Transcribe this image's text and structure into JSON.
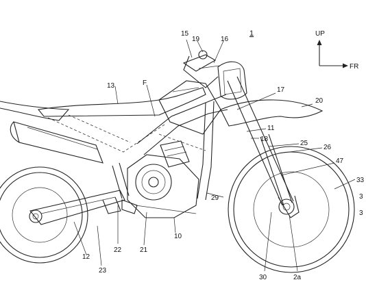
{
  "figure_number": "1",
  "axes": {
    "up_label": "UP",
    "forward_label": "FR"
  },
  "reference_labels": [
    {
      "id": "n15",
      "text": "15"
    },
    {
      "id": "n19",
      "text": "19"
    },
    {
      "id": "n16",
      "text": "16"
    },
    {
      "id": "n13",
      "text": "13"
    },
    {
      "id": "nF",
      "text": "F"
    },
    {
      "id": "n17",
      "text": "17"
    },
    {
      "id": "n20",
      "text": "20"
    },
    {
      "id": "n11",
      "text": "11"
    },
    {
      "id": "n18",
      "text": "18"
    },
    {
      "id": "n25",
      "text": "25"
    },
    {
      "id": "n26",
      "text": "26"
    },
    {
      "id": "n47",
      "text": "47"
    },
    {
      "id": "n33",
      "text": "33"
    },
    {
      "id": "n3a",
      "text": "3"
    },
    {
      "id": "n3b",
      "text": "3"
    },
    {
      "id": "n29",
      "text": "29"
    },
    {
      "id": "n30",
      "text": "30"
    },
    {
      "id": "n2a",
      "text": "2a"
    },
    {
      "id": "n10",
      "text": "10"
    },
    {
      "id": "n21",
      "text": "21"
    },
    {
      "id": "n22",
      "text": "22"
    },
    {
      "id": "n23",
      "text": "23"
    },
    {
      "id": "n12",
      "text": "12"
    }
  ]
}
